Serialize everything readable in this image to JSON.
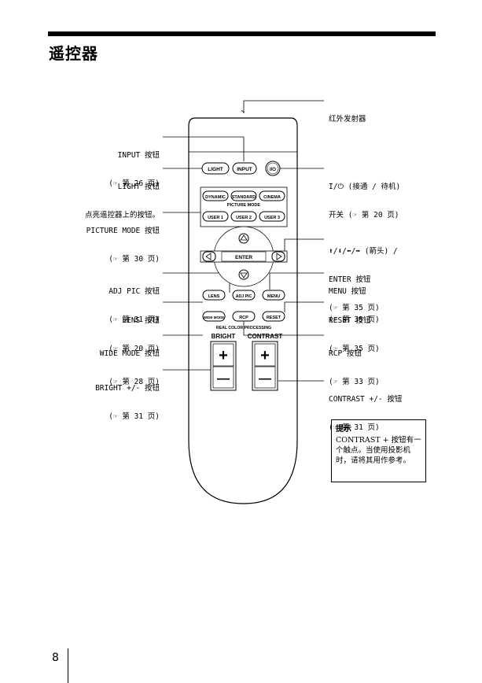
{
  "page": {
    "title": "遥控器",
    "page_number": "8"
  },
  "remote": {
    "buttons": {
      "light": "LIGHT",
      "input": "INPUT",
      "power": "I/⏻",
      "dynamic": "DYNAMIC",
      "standard": "STANDARD",
      "cinema": "CINEMA",
      "user1": "USER 1",
      "user2": "USER 2",
      "user3": "USER 3",
      "enter": "ENTER",
      "adj_pic": "ADJ PIC",
      "menu": "MENU",
      "lens": "LENS",
      "wide_mode": "WIDE MODE",
      "rcp": "RCP",
      "reset": "RESET",
      "plus": "+",
      "minus": "—"
    },
    "panel_labels": {
      "picture_mode": "PICTURE MODE",
      "real_color": "REAL COLOR PROCESSING",
      "bright": "BRIGHT",
      "contrast": "CONTRAST"
    }
  },
  "callouts": {
    "ir": [
      "红外发射器"
    ],
    "input": [
      "INPUT 按钮",
      "(☞ 第 26 页)"
    ],
    "light": [
      "LIGHT 按钮",
      "点亮遥控器上的按钮。"
    ],
    "power": [
      "I/⏻ (接通 / 待机)",
      "开关 (☞ 第 20 页)"
    ],
    "picture_mode": [
      "PICTURE MODE 按钮",
      "(☞ 第 30 页)"
    ],
    "arrows": [
      "⬆/⬇/⬅/➡ (箭头) /",
      "ENTER 按钮",
      "(☞ 第 35 页)"
    ],
    "adj_pic": [
      "ADJ PIC 按钮",
      "(☞ 第 31 页)"
    ],
    "menu": [
      "MENU 按钮",
      "(☞ 第 35 页)"
    ],
    "lens": [
      "LENS 按钮",
      "(☞ 第 20 页)"
    ],
    "reset": [
      "RESET 按钮",
      "(☞ 第 35 页)"
    ],
    "wide_mode": [
      "WIDE MODE 按钮",
      "(☞ 第 28 页)"
    ],
    "rcp": [
      "RCP 按钮",
      "(☞ 第 33 页)"
    ],
    "bright": [
      "BRIGHT +/- 按钮",
      "(☞ 第 31 页)"
    ],
    "contrast": [
      "CONTRAST +/- 按钮",
      "(☞ 第 31 页)"
    ]
  },
  "hint": {
    "title": "提示",
    "body": "CONTRAST + 按钮有一个触点。当使用投影机时，请将其用作参考。"
  }
}
